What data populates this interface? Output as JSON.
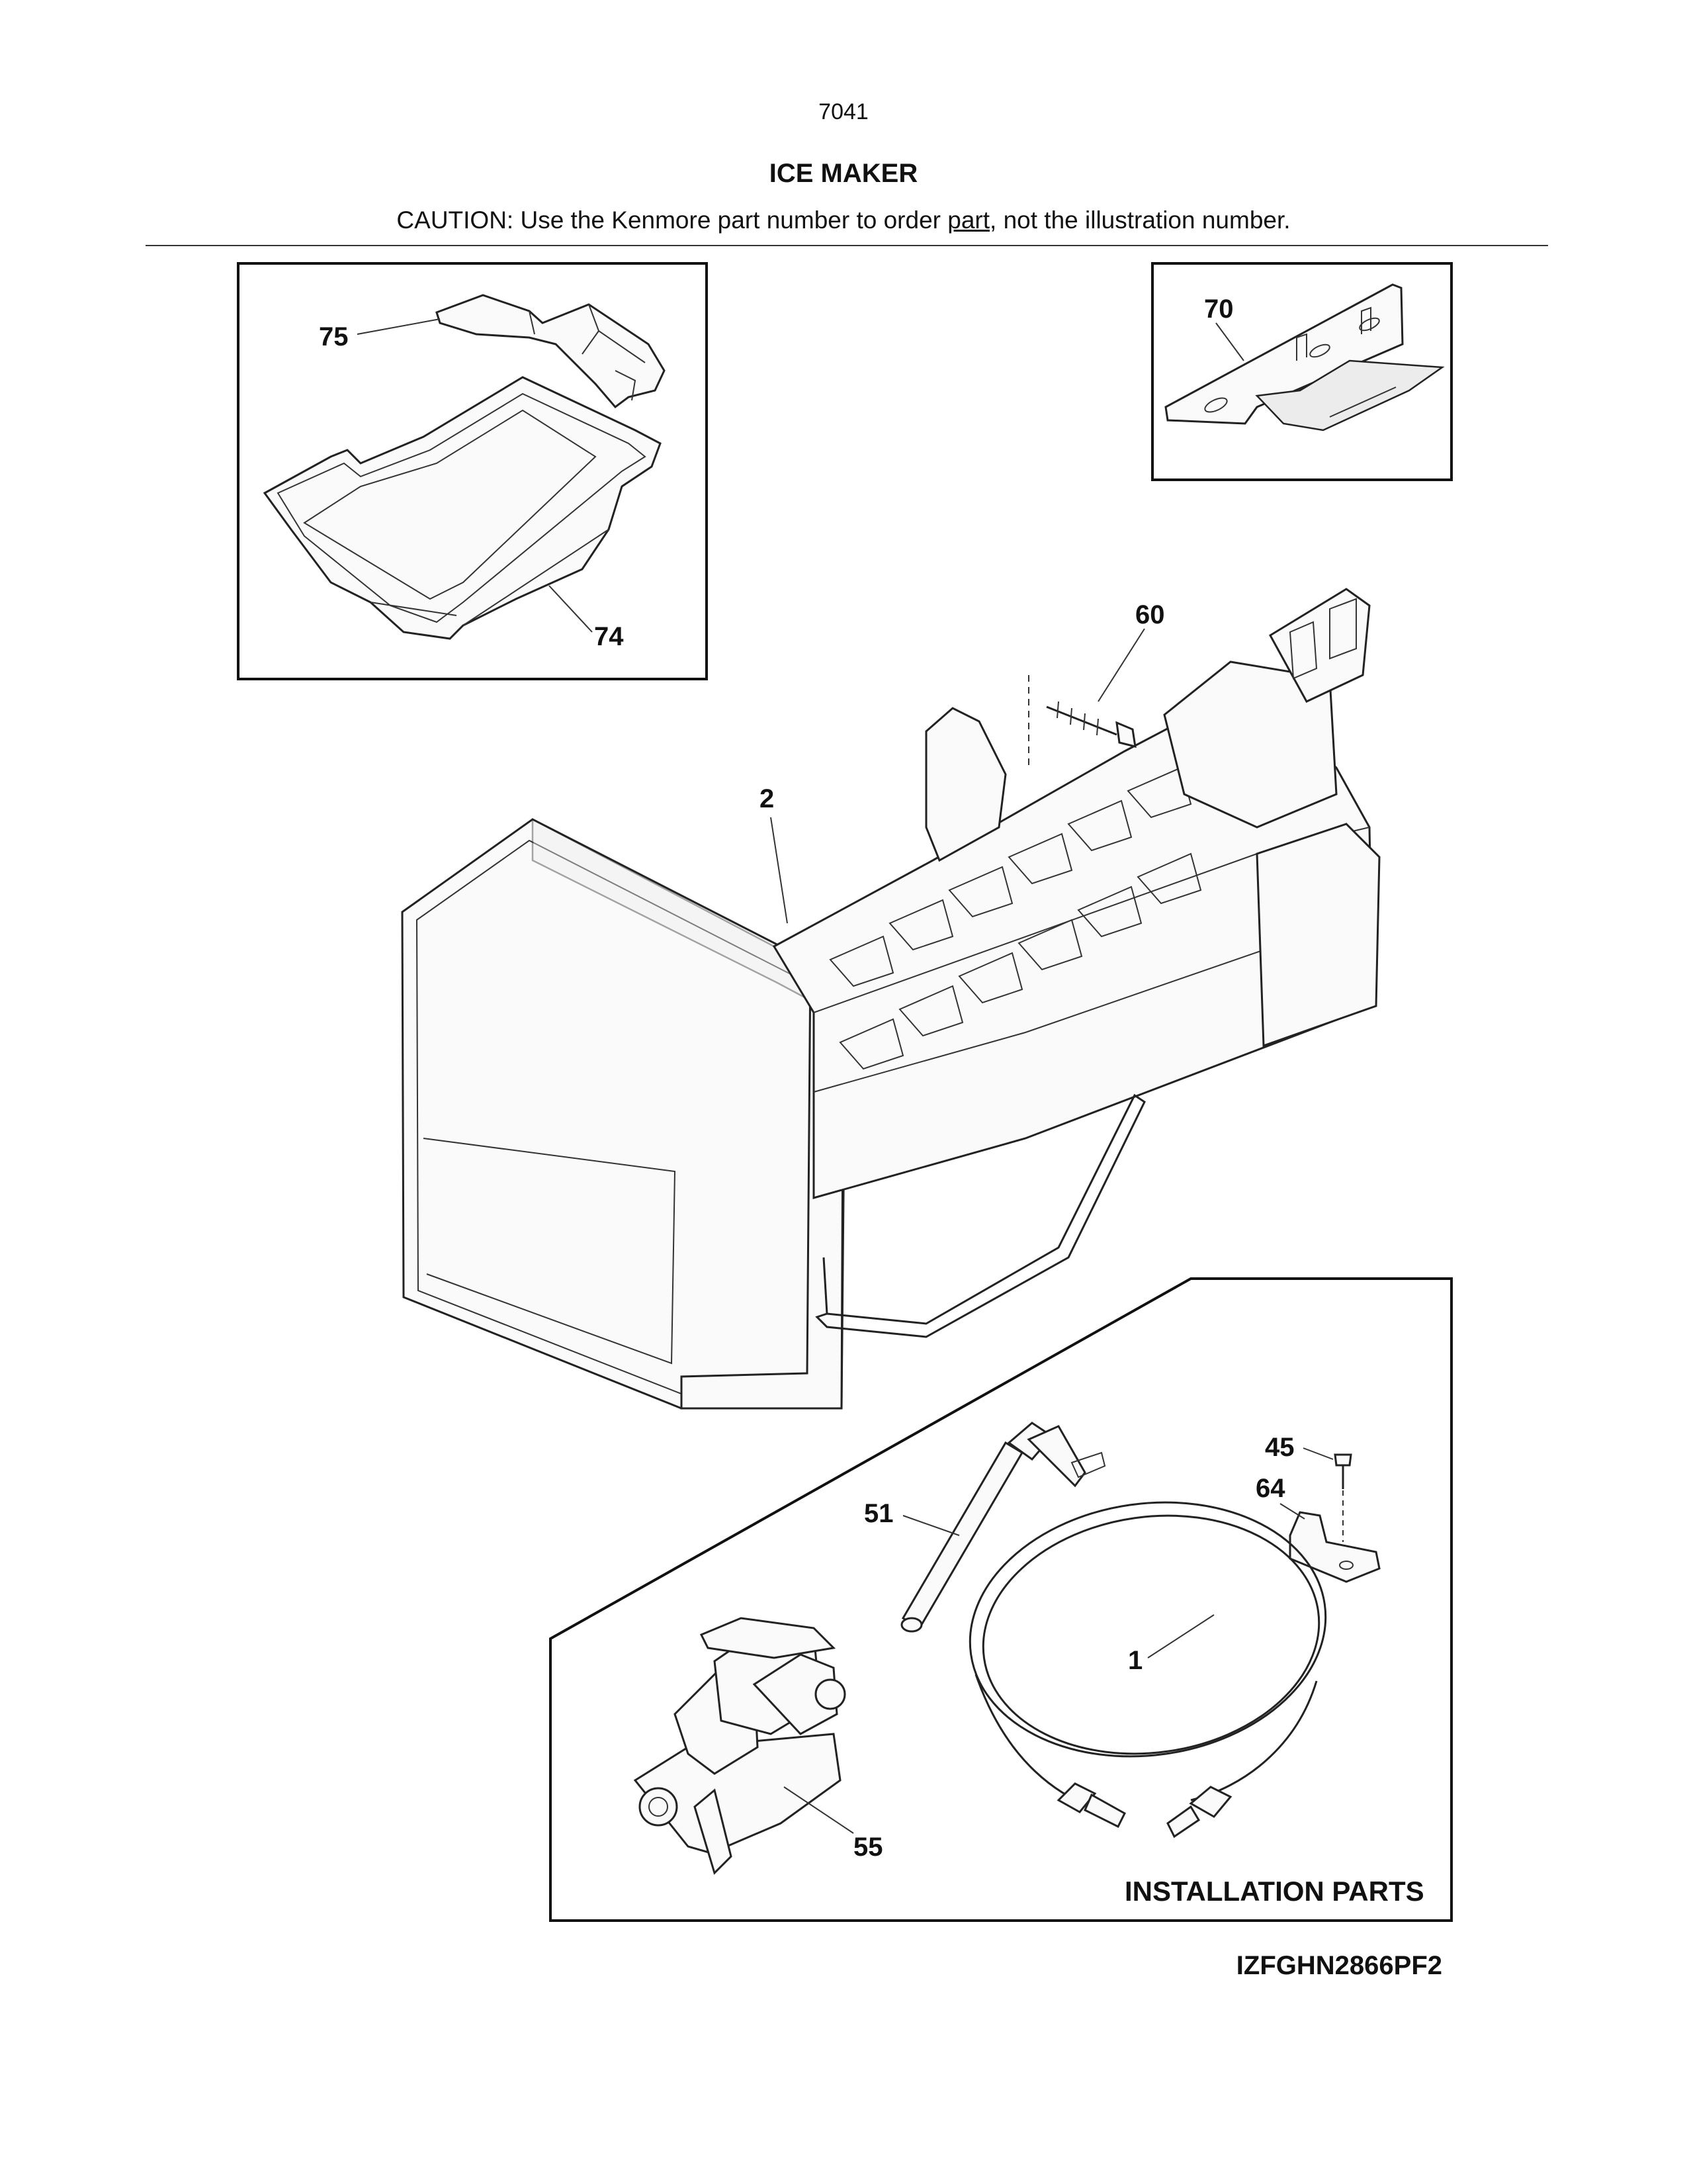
{
  "header": {
    "page_number": "7041",
    "title": "ICE MAKER",
    "caution_before": "CAUTION: Use the Kenmore part number to order ",
    "caution_underlined": "part",
    "caution_after": ", not the illustration number."
  },
  "callouts": {
    "c75": "75",
    "c74": "74",
    "c70": "70",
    "c60": "60",
    "c2": "2",
    "c45": "45",
    "c64": "64",
    "c51": "51",
    "c1": "1",
    "c55": "55"
  },
  "installation": {
    "label": "INSTALLATION PARTS"
  },
  "footer": {
    "model_code": "IZFGHN2866PF2"
  }
}
